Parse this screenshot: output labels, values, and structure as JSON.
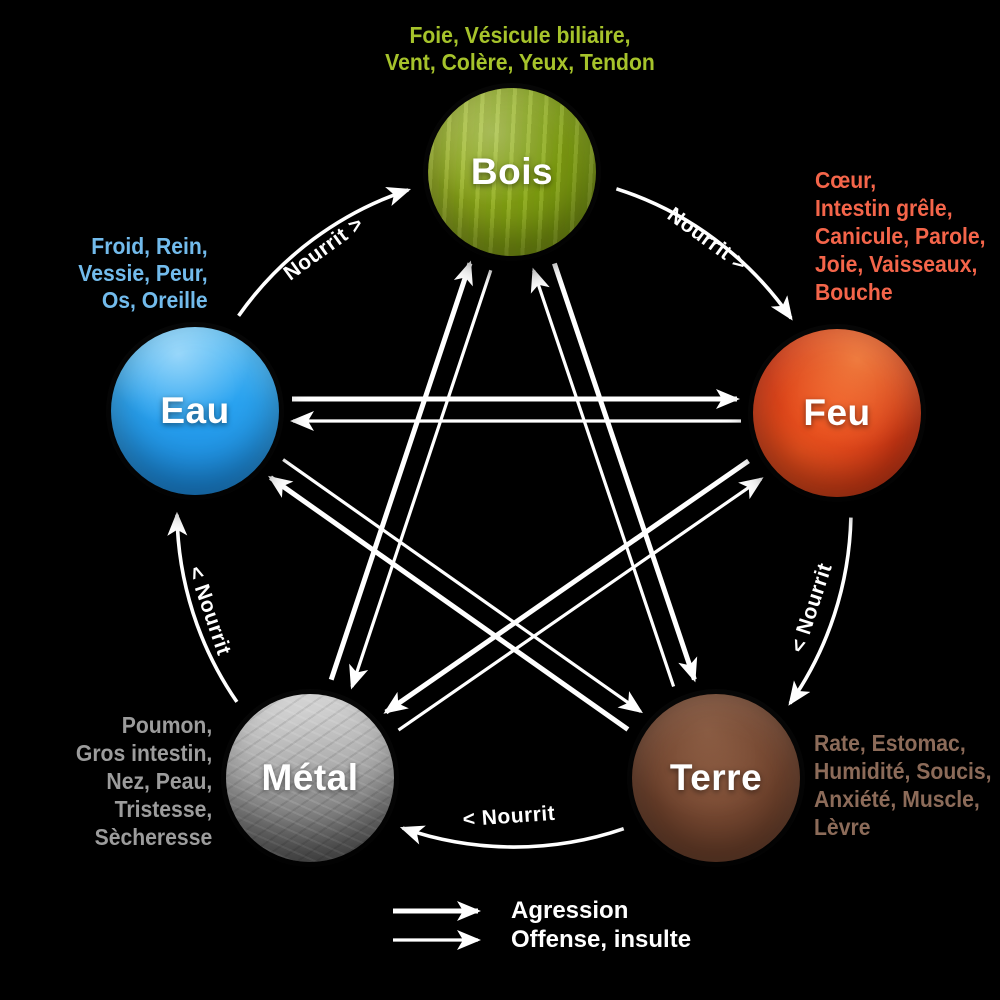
{
  "background": "#000000",
  "title_implicit": "Cycle des cinq éléments",
  "elements": {
    "bois": {
      "label": "Bois",
      "circle_color": "#8cab14",
      "text_color": "#a6c32b",
      "attributes": [
        "Foie, Vésicule biliaire,",
        "Vent, Colère, Yeux, Tendon"
      ]
    },
    "feu": {
      "label": "Feu",
      "circle_color": "#d63a15",
      "text_color": "#f4654a",
      "attributes": [
        "Cœur,",
        "Intestin grêle,",
        "Canicule, Parole,",
        "Joie, Vaisseaux,",
        "Bouche"
      ]
    },
    "terre": {
      "label": "Terre",
      "circle_color": "#6a3e29",
      "text_color": "#8c6b59",
      "attributes": [
        "Rate, Estomac,",
        "Humidité, Soucis,",
        "Anxiété, Muscle,",
        "Lèvre"
      ]
    },
    "metal": {
      "label": "Métal",
      "circle_color": "#acacac",
      "text_color": "#9c9c9c",
      "attributes": [
        "Poumon,",
        "Gros intestin,",
        "Nez, Peau,",
        "Tristesse,",
        "Sècheresse"
      ]
    },
    "eau": {
      "label": "Eau",
      "circle_color": "#2aa3f0",
      "text_color": "#72bbec",
      "attributes": [
        "Froid, Rein,",
        "Vessie, Peur,",
        "Os, Oreille"
      ]
    }
  },
  "cycle": {
    "labels": [
      {
        "id": "eau-bois",
        "text": "Nourrit >"
      },
      {
        "id": "bois-feu",
        "text": "Nourrit >"
      },
      {
        "id": "feu-terre",
        "text": "< Nourrit"
      },
      {
        "id": "terre-metal",
        "text": "< Nourrit"
      },
      {
        "id": "metal-eau",
        "text": "< Nourrit"
      }
    ]
  },
  "relations": {
    "nourrit_sequence": [
      "Eau→Bois",
      "Bois→Feu",
      "Feu→Terre",
      "Terre→Métal",
      "Métal→Eau"
    ],
    "agression_sequence": [
      "Eau→Feu",
      "Bois→Terre",
      "Métal→Bois",
      "Feu→Métal",
      "Terre→Eau"
    ],
    "offense_sequence": [
      "Feu→Eau",
      "Terre→Bois",
      "Bois→Métal",
      "Métal→Feu",
      "Eau→Terre"
    ]
  },
  "legend": {
    "items": [
      {
        "label": "Agression"
      },
      {
        "label": "Offense, insulte"
      }
    ]
  },
  "arrow_color": "#ffffff"
}
